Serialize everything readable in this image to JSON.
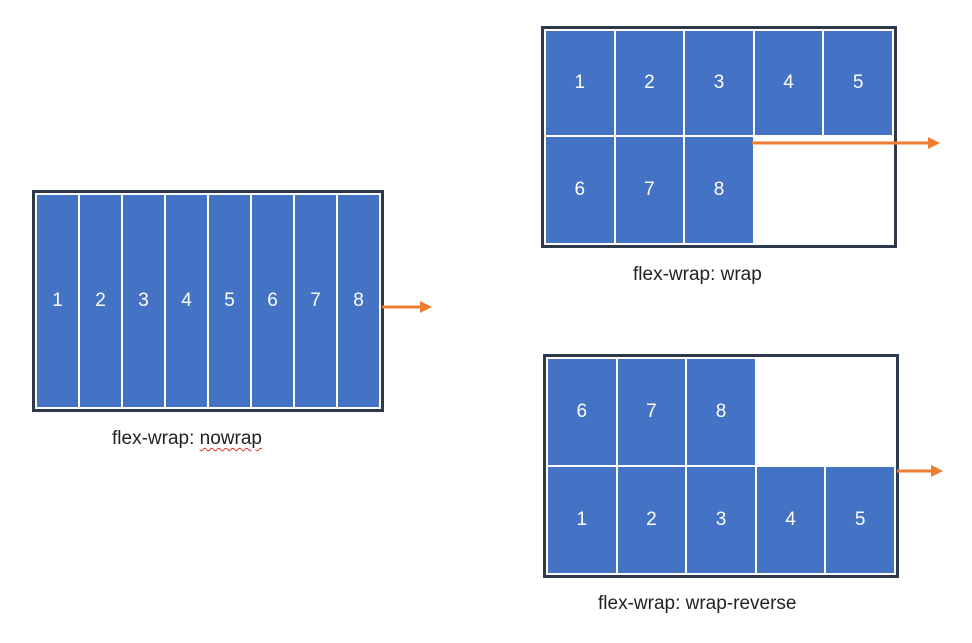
{
  "colors": {
    "item": "#4472c4",
    "arrow": "#ed7d31",
    "border": "#2e3a4b"
  },
  "nowrap": {
    "caption_prefix": "flex-wrap: ",
    "caption_value": "nowrap",
    "items": [
      "1",
      "2",
      "3",
      "4",
      "5",
      "6",
      "7",
      "8"
    ]
  },
  "wrap": {
    "caption": "flex-wrap: wrap",
    "row1": [
      "1",
      "2",
      "3",
      "4",
      "5"
    ],
    "row2": [
      "6",
      "7",
      "8"
    ]
  },
  "wrap_reverse": {
    "caption": "flex-wrap: wrap-reverse",
    "row_top": [
      "6",
      "7",
      "8"
    ],
    "row_bottom": [
      "1",
      "2",
      "3",
      "4",
      "5"
    ]
  }
}
